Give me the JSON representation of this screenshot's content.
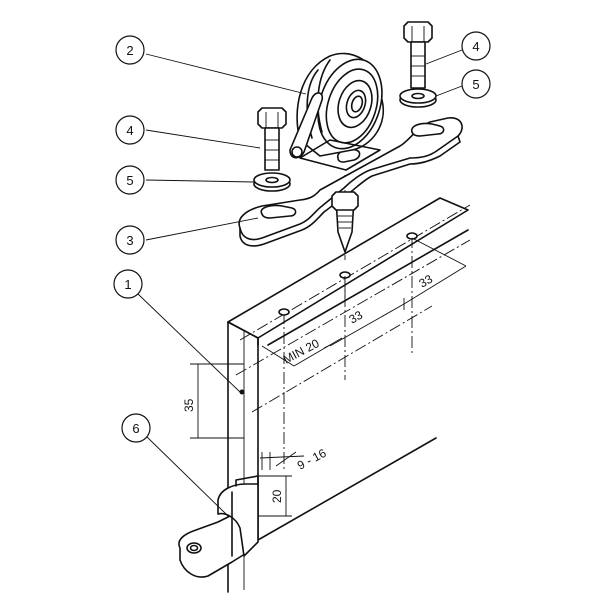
{
  "callouts": {
    "c1": "1",
    "c2": "2",
    "c3": "3",
    "c4a": "4",
    "c4b": "4",
    "c5a": "5",
    "c5b": "5",
    "c6": "6"
  },
  "dimensions": {
    "min20": "MIN 20",
    "d33a": "33",
    "d33b": "33",
    "d35": "35",
    "d916": "9 - 16",
    "d20": "20"
  }
}
